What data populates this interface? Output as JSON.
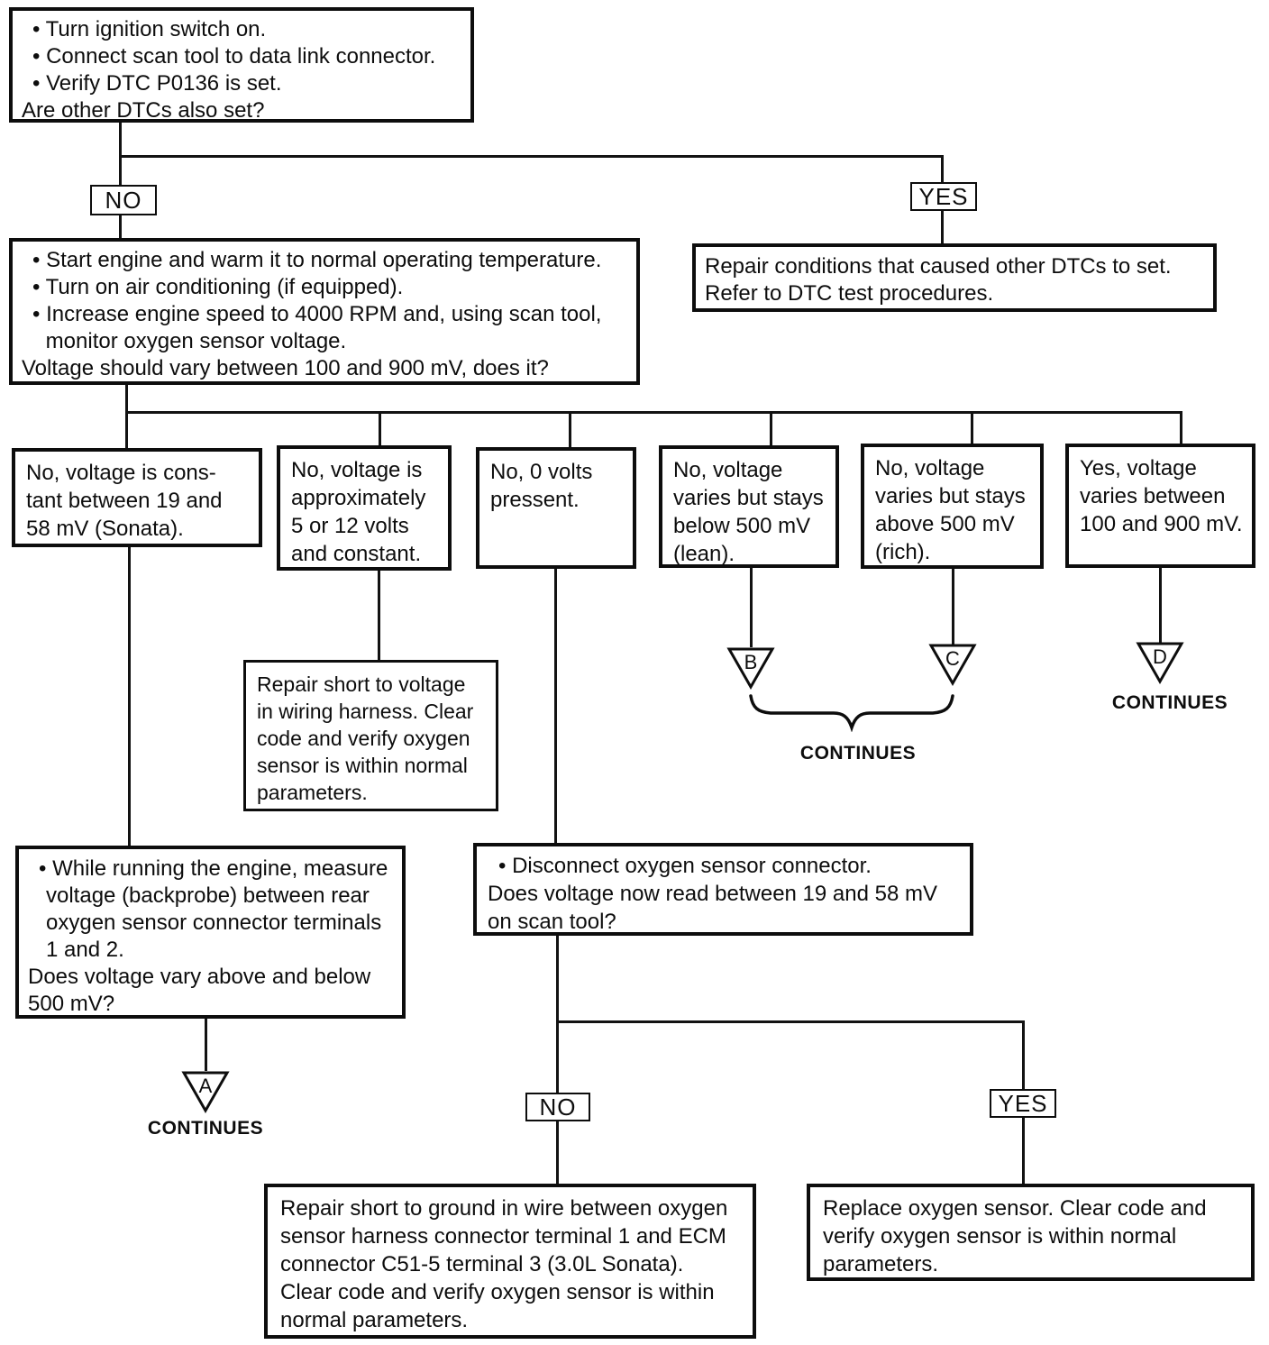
{
  "nodes": {
    "start": {
      "lines": [
        "• Turn ignition switch on.",
        "• Connect scan tool to data link connector.",
        "• Verify DTC P0136 is set.",
        "Are other DTCs also set?"
      ]
    },
    "engine_test": {
      "lines": [
        "• Start engine and warm it to normal operating temperature.",
        "• Turn on air conditioning (if equipped).",
        "• Increase engine speed to 4000 RPM and, using scan tool,",
        "    monitor oxygen sensor voltage.",
        "Voltage should vary between 100 and 900 mV, does it?"
      ]
    },
    "repair_other_dtcs": {
      "lines": [
        "Repair conditions that caused other DTCs to set.",
        "Refer to DTC test procedures."
      ]
    },
    "result_constant_19_58": {
      "lines": [
        "No, voltage is cons-",
        "tant between 19 and",
        "58 mV (Sonata)."
      ]
    },
    "result_5_or_12_volts": {
      "lines": [
        "No, voltage is",
        "approximately",
        "5 or 12 volts",
        "and constant."
      ]
    },
    "result_0_volts": {
      "lines": [
        "No, 0 volts",
        "pressent."
      ]
    },
    "result_lean": {
      "lines": [
        "No, voltage",
        "varies but stays",
        "below 500 mV",
        "(lean)."
      ]
    },
    "result_rich": {
      "lines": [
        "No, voltage",
        "varies but stays",
        "above 500 mV",
        "(rich)."
      ]
    },
    "result_normal": {
      "lines": [
        "Yes, voltage",
        "varies between",
        "100 and 900 mV."
      ]
    },
    "repair_short_voltage": {
      "lines": [
        "Repair short to voltage",
        "in wiring harness. Clear",
        "code and verify oxygen",
        "sensor is within normal",
        "parameters."
      ]
    },
    "while_running": {
      "lines": [
        "• While running the engine, measure",
        "   voltage (backprobe) between rear",
        "   oxygen sensor connector terminals",
        "   1 and 2.",
        "Does voltage vary above and below",
        "500 mV?"
      ]
    },
    "disconnect_sensor": {
      "lines": [
        "• Disconnect oxygen sensor connector.",
        "Does voltage now read between 19 and 58 mV",
        "on scan tool?"
      ]
    },
    "repair_short_ground": {
      "lines": [
        "Repair short to ground in wire between oxygen",
        "sensor harness connector terminal 1 and ECM",
        "connector C51-5 terminal 3 (3.0L Sonata).",
        "Clear code and verify oxygen sensor is within",
        "normal parameters."
      ]
    },
    "replace_sensor": {
      "lines": [
        "Replace oxygen sensor. Clear code and",
        "verify oxygen sensor is within normal",
        "parameters."
      ]
    }
  },
  "labels": {
    "branch1_no": "NO",
    "branch1_yes": "YES",
    "branch2_no": "NO",
    "branch2_yes": "YES"
  },
  "connectors": {
    "a": "A",
    "b": "B",
    "c": "C",
    "d": "D"
  },
  "captions": {
    "a": "CONTINUES",
    "bc": "CONTINUES",
    "d": "CONTINUES"
  },
  "colors": {
    "ink": "#0d0d0d",
    "paper": "#ffffff"
  }
}
